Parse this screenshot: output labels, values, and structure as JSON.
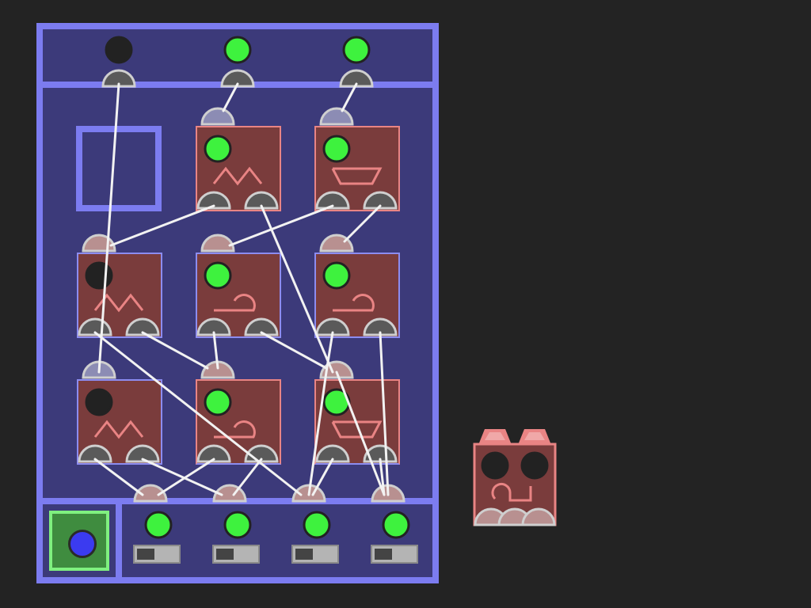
{
  "game": {
    "title": "",
    "colors": {
      "board": "#3c3a7a",
      "frame": "#7c7cf0",
      "gate_fill": "#7a3c3c",
      "gate_border": "#e98484",
      "led_on": "#3ef23e",
      "led_off": "#222222",
      "wire": "#f2f2f2",
      "clock_button": "#3f8c3f"
    },
    "top_inputs": [
      {
        "id": "input-1",
        "led": "off"
      },
      {
        "id": "input-2",
        "led": "on"
      },
      {
        "id": "input-3",
        "led": "on"
      }
    ],
    "gates": [
      {
        "id": "gate-r0c1",
        "symbol": "zigzag-icon",
        "led": "on"
      },
      {
        "id": "gate-r0c2",
        "symbol": "trapezoid-icon",
        "led": "on"
      },
      {
        "id": "gate-r1c0",
        "symbol": "zigzag-icon",
        "led": "off"
      },
      {
        "id": "gate-r1c1",
        "symbol": "loop-icon",
        "led": "on"
      },
      {
        "id": "gate-r1c2",
        "symbol": "loop-icon",
        "led": "on"
      },
      {
        "id": "gate-r2c0",
        "symbol": "zigzag-icon",
        "led": "off"
      },
      {
        "id": "gate-r2c1",
        "symbol": "loop-icon",
        "led": "on"
      },
      {
        "id": "gate-r2c2",
        "symbol": "trapezoid-icon",
        "led": "on"
      }
    ],
    "outputs": [
      {
        "id": "output-1",
        "led": "on",
        "switch": "off"
      },
      {
        "id": "output-2",
        "led": "on",
        "switch": "off"
      },
      {
        "id": "output-3",
        "led": "on",
        "switch": "off"
      },
      {
        "id": "output-4",
        "led": "on",
        "switch": "off"
      }
    ],
    "clock_button": {
      "led": "blue"
    },
    "palette_piece": {
      "id": "palette-gate",
      "symbol": "loop-step-icon",
      "leds": [
        "off",
        "off"
      ]
    }
  }
}
